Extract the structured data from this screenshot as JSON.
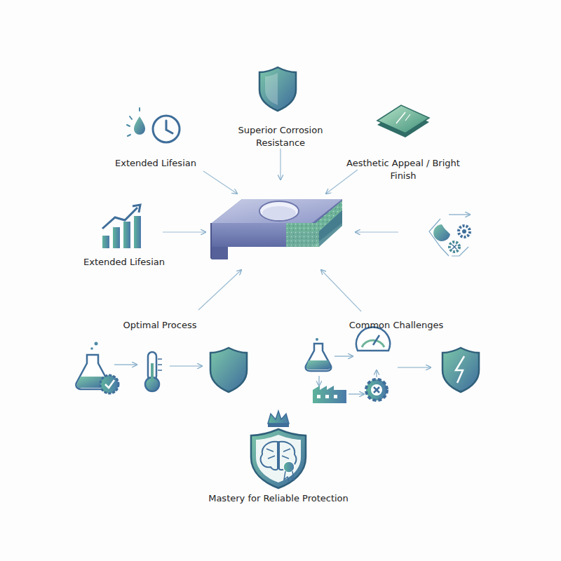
{
  "diagram": {
    "labels": [
      "Superior Corrosion Resistance",
      "Extended Lifesian",
      "Aesthetic Appeal / Bright Finish",
      "Extended Lifesian",
      "Optimal Process",
      "Common Challenges",
      "Mastery for Reliable Protection"
    ]
  }
}
